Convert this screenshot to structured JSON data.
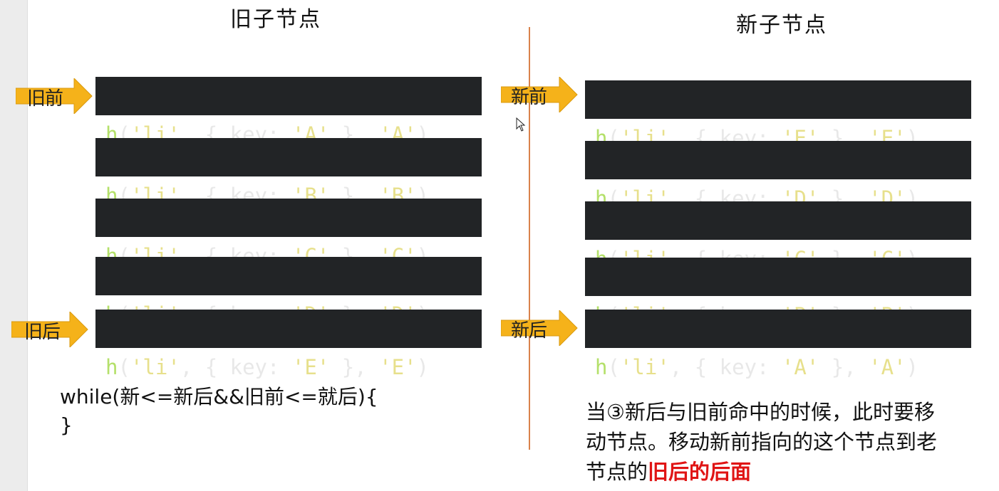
{
  "headings": {
    "old": "旧子节点",
    "new": "新子节点"
  },
  "old_nodes": [
    {
      "fn": "h",
      "open": "(",
      "tag": "'li'",
      "mid1": ", { key: ",
      "key": "'A'",
      "mid2": " }, ",
      "text": "'A'",
      "close": ")"
    },
    {
      "fn": "h",
      "open": "(",
      "tag": "'li'",
      "mid1": ", { key: ",
      "key": "'B'",
      "mid2": " }, ",
      "text": "'B'",
      "close": ")"
    },
    {
      "fn": "h",
      "open": "(",
      "tag": "'li'",
      "mid1": ", { key: ",
      "key": "'C'",
      "mid2": " }, ",
      "text": "'C'",
      "close": ")"
    },
    {
      "fn": "h",
      "open": "(",
      "tag": "'li'",
      "mid1": ", { key: ",
      "key": "'D'",
      "mid2": " }, ",
      "text": "'D'",
      "close": ")"
    },
    {
      "fn": "h",
      "open": "(",
      "tag": "'li'",
      "mid1": ", { key: ",
      "key": "'E'",
      "mid2": " }, ",
      "text": "'E'",
      "close": ")"
    }
  ],
  "new_nodes": [
    {
      "fn": "h",
      "open": "(",
      "tag": "'li'",
      "mid1": ", { key: ",
      "key": "'E'",
      "mid2": " }, ",
      "text": "'E'",
      "close": ")"
    },
    {
      "fn": "h",
      "open": "(",
      "tag": "'li'",
      "mid1": ", { key: ",
      "key": "'D'",
      "mid2": " }, ",
      "text": "'D'",
      "close": ")"
    },
    {
      "fn": "h",
      "open": "(",
      "tag": "'li'",
      "mid1": ", { key: ",
      "key": "'C'",
      "mid2": " }, ",
      "text": "'C'",
      "close": ")"
    },
    {
      "fn": "h",
      "open": "(",
      "tag": "'li'",
      "mid1": ", { key: ",
      "key": "'B'",
      "mid2": " }, ",
      "text": "'B'",
      "close": ")"
    },
    {
      "fn": "h",
      "open": "(",
      "tag": "'li'",
      "mid1": ", { key: ",
      "key": "'A'",
      "mid2": " }, ",
      "text": "'A'",
      "close": ")"
    }
  ],
  "pointers": {
    "old_start": "旧前",
    "old_end": "旧后",
    "new_start": "新前",
    "new_end": "新后"
  },
  "while_code": {
    "line1": "while(新<=新后&&旧前<=就后){",
    "line2": "}"
  },
  "note": {
    "text": "当③新后与旧前命中的时候，此时要移动节点。移动新前指向的这个节点到老节点的",
    "highlight": "旧后的后面"
  },
  "colors": {
    "code_bg": "#222426",
    "fn": "#b4e06a",
    "string": "#e7e08c",
    "arrow_fill": "#f5b21a",
    "divider": "#d9824b",
    "highlight": "#e01414"
  },
  "icons": {
    "pointer_arrow": "arrow-right-icon",
    "cursor": "mouse-cursor-icon"
  }
}
